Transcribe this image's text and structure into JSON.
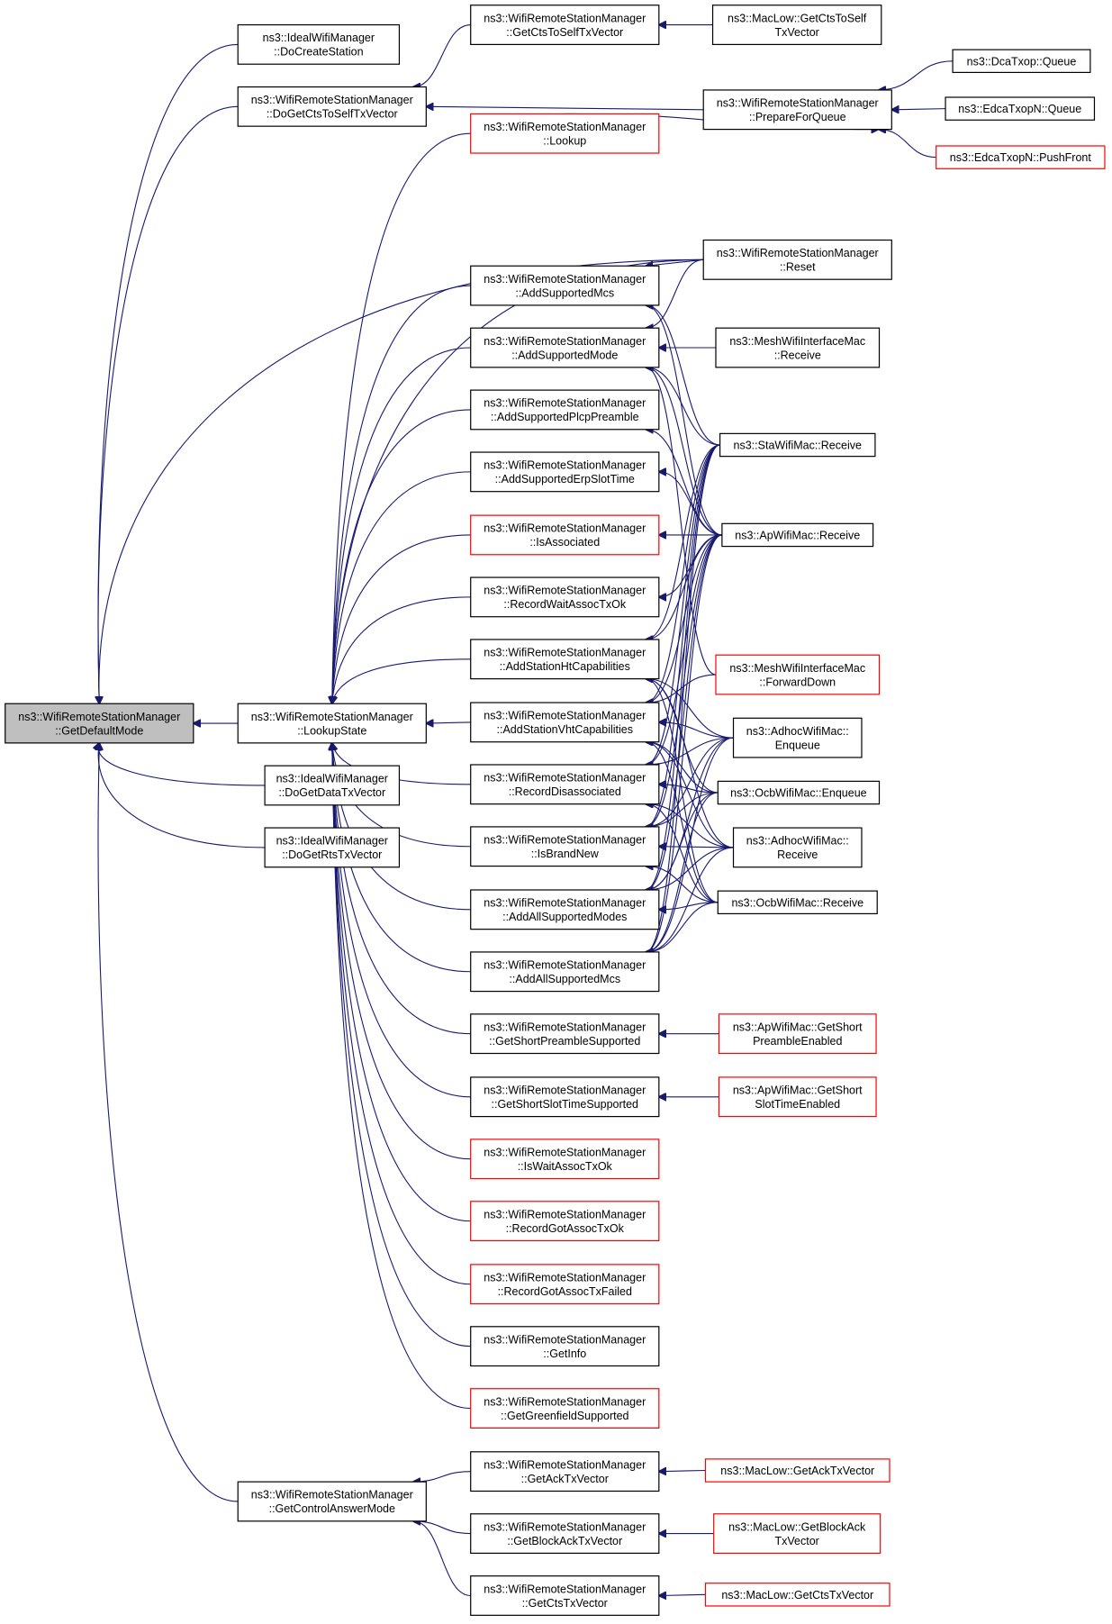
{
  "colors": {
    "edge": "#191970",
    "root_fill": "#bfbfbf",
    "normal_border": "#000000",
    "incomplete_border": "#ff0000"
  },
  "nodes": [
    {
      "id": "root",
      "lines": [
        "ns3::WifiRemoteStationManager",
        "::GetDefaultMode"
      ],
      "style": "root"
    },
    {
      "id": "docreate",
      "lines": [
        "ns3::IdealWifiManager",
        "::DoCreateStation"
      ],
      "style": "normal"
    },
    {
      "id": "dogetcts",
      "lines": [
        "ns3::WifiRemoteStationManager",
        "::DoGetCtsToSelfTxVector"
      ],
      "style": "normal"
    },
    {
      "id": "lookupstate",
      "lines": [
        "ns3::WifiRemoteStationManager",
        "::LookupState"
      ],
      "style": "normal"
    },
    {
      "id": "dogetdata",
      "lines": [
        "ns3::IdealWifiManager",
        "::DoGetDataTxVector"
      ],
      "style": "normal"
    },
    {
      "id": "dogetrts",
      "lines": [
        "ns3::IdealWifiManager",
        "::DoGetRtsTxVector"
      ],
      "style": "normal"
    },
    {
      "id": "getcontrol",
      "lines": [
        "ns3::WifiRemoteStationManager",
        "::GetControlAnswerMode"
      ],
      "style": "normal"
    },
    {
      "id": "getctstoself",
      "lines": [
        "ns3::WifiRemoteStationManager",
        "::GetCtsToSelfTxVector"
      ],
      "style": "normal"
    },
    {
      "id": "lookup",
      "lines": [
        "ns3::WifiRemoteStationManager",
        "::Lookup"
      ],
      "style": "red"
    },
    {
      "id": "addmcs",
      "lines": [
        "ns3::WifiRemoteStationManager",
        "::AddSupportedMcs"
      ],
      "style": "normal"
    },
    {
      "id": "addmode",
      "lines": [
        "ns3::WifiRemoteStationManager",
        "::AddSupportedMode"
      ],
      "style": "normal"
    },
    {
      "id": "addplcp",
      "lines": [
        "ns3::WifiRemoteStationManager",
        "::AddSupportedPlcpPreamble"
      ],
      "style": "normal"
    },
    {
      "id": "adderp",
      "lines": [
        "ns3::WifiRemoteStationManager",
        "::AddSupportedErpSlotTime"
      ],
      "style": "normal"
    },
    {
      "id": "isassoc",
      "lines": [
        "ns3::WifiRemoteStationManager",
        "::IsAssociated"
      ],
      "style": "red"
    },
    {
      "id": "recordwait",
      "lines": [
        "ns3::WifiRemoteStationManager",
        "::RecordWaitAssocTxOk"
      ],
      "style": "normal"
    },
    {
      "id": "addht",
      "lines": [
        "ns3::WifiRemoteStationManager",
        "::AddStationHtCapabilities"
      ],
      "style": "normal"
    },
    {
      "id": "addvht",
      "lines": [
        "ns3::WifiRemoteStationManager",
        "::AddStationVhtCapabilities"
      ],
      "style": "normal"
    },
    {
      "id": "recorddis",
      "lines": [
        "ns3::WifiRemoteStationManager",
        "::RecordDisassociated"
      ],
      "style": "normal"
    },
    {
      "id": "isbrandnew",
      "lines": [
        "ns3::WifiRemoteStationManager",
        "::IsBrandNew"
      ],
      "style": "normal"
    },
    {
      "id": "addallmodes",
      "lines": [
        "ns3::WifiRemoteStationManager",
        "::AddAllSupportedModes"
      ],
      "style": "normal"
    },
    {
      "id": "addallmcs",
      "lines": [
        "ns3::WifiRemoteStationManager",
        "::AddAllSupportedMcs"
      ],
      "style": "normal"
    },
    {
      "id": "getshortpre",
      "lines": [
        "ns3::WifiRemoteStationManager",
        "::GetShortPreambleSupported"
      ],
      "style": "normal"
    },
    {
      "id": "getshortslot",
      "lines": [
        "ns3::WifiRemoteStationManager",
        "::GetShortSlotTimeSupported"
      ],
      "style": "normal"
    },
    {
      "id": "iswait",
      "lines": [
        "ns3::WifiRemoteStationManager",
        "::IsWaitAssocTxOk"
      ],
      "style": "red"
    },
    {
      "id": "recordgot",
      "lines": [
        "ns3::WifiRemoteStationManager",
        "::RecordGotAssocTxOk"
      ],
      "style": "red"
    },
    {
      "id": "recordgotfail",
      "lines": [
        "ns3::WifiRemoteStationManager",
        "::RecordGotAssocTxFailed"
      ],
      "style": "red"
    },
    {
      "id": "getinfo",
      "lines": [
        "ns3::WifiRemoteStationManager",
        "::GetInfo"
      ],
      "style": "normal"
    },
    {
      "id": "getgreen",
      "lines": [
        "ns3::WifiRemoteStationManager",
        "::GetGreenfieldSupported"
      ],
      "style": "red"
    },
    {
      "id": "getack",
      "lines": [
        "ns3::WifiRemoteStationManager",
        "::GetAckTxVector"
      ],
      "style": "normal"
    },
    {
      "id": "getblockack",
      "lines": [
        "ns3::WifiRemoteStationManager",
        "::GetBlockAckTxVector"
      ],
      "style": "normal"
    },
    {
      "id": "getctstx",
      "lines": [
        "ns3::WifiRemoteStationManager",
        "::GetCtsTxVector"
      ],
      "style": "normal"
    },
    {
      "id": "maclowcts",
      "lines": [
        "ns3::MacLow::GetCtsToSelf",
        "TxVector"
      ],
      "style": "normal"
    },
    {
      "id": "prepare",
      "lines": [
        "ns3::WifiRemoteStationManager",
        "::PrepareForQueue"
      ],
      "style": "normal"
    },
    {
      "id": "reset",
      "lines": [
        "ns3::WifiRemoteStationManager",
        "::Reset"
      ],
      "style": "normal"
    },
    {
      "id": "meshrecv",
      "lines": [
        "ns3::MeshWifiInterfaceMac",
        "::Receive"
      ],
      "style": "normal"
    },
    {
      "id": "starecv",
      "lines": [
        "ns3::StaWifiMac::Receive"
      ],
      "style": "normal"
    },
    {
      "id": "aprecv",
      "lines": [
        "ns3::ApWifiMac::Receive"
      ],
      "style": "normal"
    },
    {
      "id": "meshfwd",
      "lines": [
        "ns3::MeshWifiInterfaceMac",
        "::ForwardDown"
      ],
      "style": "red"
    },
    {
      "id": "adhocenq",
      "lines": [
        "ns3::AdhocWifiMac::",
        "Enqueue"
      ],
      "style": "normal"
    },
    {
      "id": "ocbenq",
      "lines": [
        "ns3::OcbWifiMac::Enqueue"
      ],
      "style": "normal"
    },
    {
      "id": "adhocrecv",
      "lines": [
        "ns3::AdhocWifiMac::",
        "Receive"
      ],
      "style": "normal"
    },
    {
      "id": "ocbrecv",
      "lines": [
        "ns3::OcbWifiMac::Receive"
      ],
      "style": "normal"
    },
    {
      "id": "apshortpre",
      "lines": [
        "ns3::ApWifiMac::GetShort",
        "PreambleEnabled"
      ],
      "style": "red"
    },
    {
      "id": "apshortslot",
      "lines": [
        "ns3::ApWifiMac::GetShort",
        "SlotTimeEnabled"
      ],
      "style": "red"
    },
    {
      "id": "maclowack",
      "lines": [
        "ns3::MacLow::GetAckTxVector"
      ],
      "style": "red"
    },
    {
      "id": "maclowblock",
      "lines": [
        "ns3::MacLow::GetBlockAck",
        "TxVector"
      ],
      "style": "red"
    },
    {
      "id": "maclowctstx",
      "lines": [
        "ns3::MacLow::GetCtsTxVector"
      ],
      "style": "red"
    },
    {
      "id": "dcaqueue",
      "lines": [
        "ns3::DcaTxop::Queue"
      ],
      "style": "normal"
    },
    {
      "id": "edcaqueue",
      "lines": [
        "ns3::EdcaTxopN::Queue"
      ],
      "style": "normal"
    },
    {
      "id": "edcapush",
      "lines": [
        "ns3::EdcaTxopN::PushFront"
      ],
      "style": "red"
    }
  ],
  "edges": [
    [
      "docreate",
      "root"
    ],
    [
      "dogetcts",
      "root"
    ],
    [
      "lookupstate",
      "root"
    ],
    [
      "dogetdata",
      "root"
    ],
    [
      "dogetrts",
      "root"
    ],
    [
      "getcontrol",
      "root"
    ],
    [
      "reset",
      "root"
    ],
    [
      "getctstoself",
      "dogetcts"
    ],
    [
      "prepare",
      "dogetcts"
    ],
    [
      "maclowcts",
      "getctstoself"
    ],
    [
      "lookup",
      "prepare"
    ],
    [
      "dcaqueue",
      "prepare"
    ],
    [
      "edcaqueue",
      "prepare"
    ],
    [
      "edcapush",
      "prepare"
    ],
    [
      "lookup",
      "lookupstate"
    ],
    [
      "reset",
      "lookupstate"
    ],
    [
      "addmcs",
      "lookupstate"
    ],
    [
      "addmode",
      "lookupstate"
    ],
    [
      "addplcp",
      "lookupstate"
    ],
    [
      "adderp",
      "lookupstate"
    ],
    [
      "isassoc",
      "lookupstate"
    ],
    [
      "recordwait",
      "lookupstate"
    ],
    [
      "addht",
      "lookupstate"
    ],
    [
      "addvht",
      "lookupstate"
    ],
    [
      "recorddis",
      "lookupstate"
    ],
    [
      "isbrandnew",
      "lookupstate"
    ],
    [
      "addallmodes",
      "lookupstate"
    ],
    [
      "addallmcs",
      "lookupstate"
    ],
    [
      "getshortpre",
      "lookupstate"
    ],
    [
      "getshortslot",
      "lookupstate"
    ],
    [
      "iswait",
      "lookupstate"
    ],
    [
      "recordgot",
      "lookupstate"
    ],
    [
      "recordgotfail",
      "lookupstate"
    ],
    [
      "getinfo",
      "lookupstate"
    ],
    [
      "getgreen",
      "lookupstate"
    ],
    [
      "reset",
      "addmcs"
    ],
    [
      "starecv",
      "addmcs"
    ],
    [
      "aprecv",
      "addmcs"
    ],
    [
      "reset",
      "addmode"
    ],
    [
      "meshrecv",
      "addmode"
    ],
    [
      "starecv",
      "addmode"
    ],
    [
      "aprecv",
      "addmode"
    ],
    [
      "meshfwd",
      "addmode"
    ],
    [
      "aprecv",
      "addplcp"
    ],
    [
      "aprecv",
      "adderp"
    ],
    [
      "aprecv",
      "isassoc"
    ],
    [
      "aprecv",
      "recordwait"
    ],
    [
      "starecv",
      "addht"
    ],
    [
      "aprecv",
      "addht"
    ],
    [
      "adhocenq",
      "addht"
    ],
    [
      "ocbenq",
      "addht"
    ],
    [
      "adhocrecv",
      "addht"
    ],
    [
      "ocbrecv",
      "addht"
    ],
    [
      "starecv",
      "addvht"
    ],
    [
      "aprecv",
      "addvht"
    ],
    [
      "meshfwd",
      "addvht"
    ],
    [
      "adhocenq",
      "addvht"
    ],
    [
      "ocbenq",
      "addvht"
    ],
    [
      "adhocrecv",
      "addvht"
    ],
    [
      "ocbrecv",
      "addvht"
    ],
    [
      "starecv",
      "recorddis"
    ],
    [
      "aprecv",
      "recorddis"
    ],
    [
      "adhocenq",
      "recorddis"
    ],
    [
      "ocbenq",
      "recorddis"
    ],
    [
      "adhocrecv",
      "recorddis"
    ],
    [
      "ocbrecv",
      "recorddis"
    ],
    [
      "starecv",
      "isbrandnew"
    ],
    [
      "aprecv",
      "isbrandnew"
    ],
    [
      "adhocenq",
      "isbrandnew"
    ],
    [
      "ocbenq",
      "isbrandnew"
    ],
    [
      "adhocrecv",
      "isbrandnew"
    ],
    [
      "ocbrecv",
      "isbrandnew"
    ],
    [
      "starecv",
      "addallmodes"
    ],
    [
      "aprecv",
      "addallmodes"
    ],
    [
      "adhocenq",
      "addallmodes"
    ],
    [
      "ocbenq",
      "addallmodes"
    ],
    [
      "adhocrecv",
      "addallmodes"
    ],
    [
      "ocbrecv",
      "addallmodes"
    ],
    [
      "starecv",
      "addallmcs"
    ],
    [
      "aprecv",
      "addallmcs"
    ],
    [
      "adhocenq",
      "addallmcs"
    ],
    [
      "ocbenq",
      "addallmcs"
    ],
    [
      "adhocrecv",
      "addallmcs"
    ],
    [
      "ocbrecv",
      "addallmcs"
    ],
    [
      "apshortpre",
      "getshortpre"
    ],
    [
      "apshortslot",
      "getshortslot"
    ],
    [
      "getack",
      "getcontrol"
    ],
    [
      "getblockack",
      "getcontrol"
    ],
    [
      "getctstx",
      "getcontrol"
    ],
    [
      "maclowack",
      "getack"
    ],
    [
      "maclowblock",
      "getblockack"
    ],
    [
      "maclowctstx",
      "getctstx"
    ]
  ]
}
